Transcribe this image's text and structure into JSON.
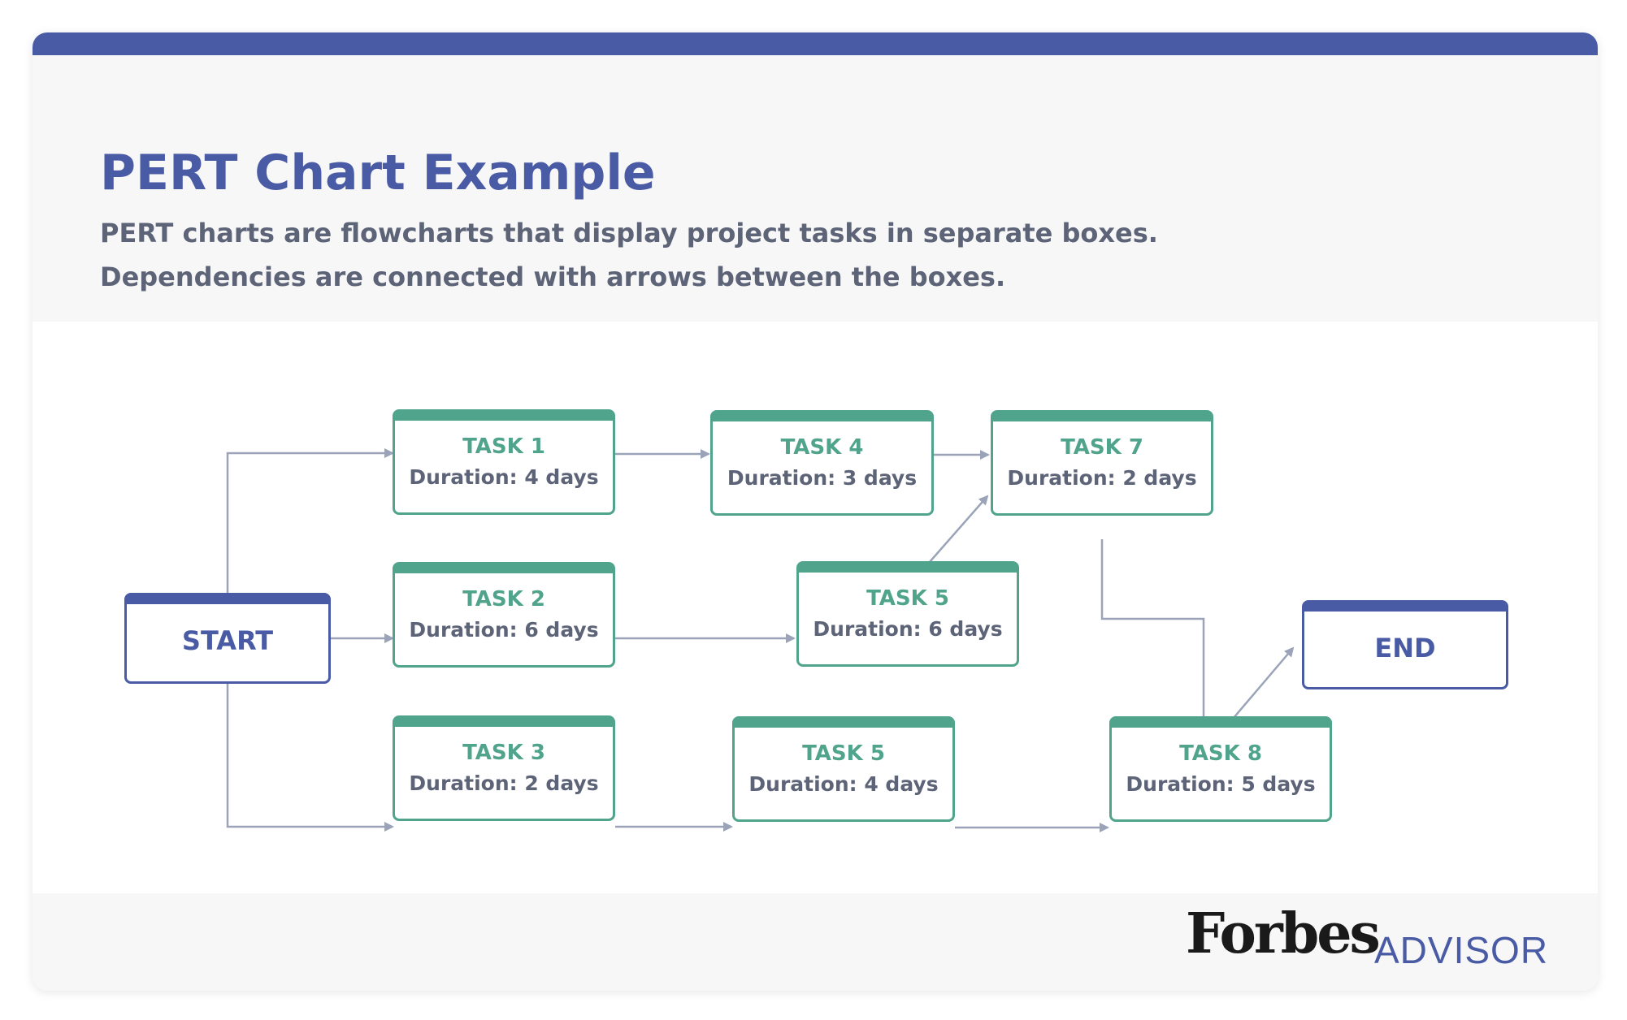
{
  "header": {
    "title": "PERT Chart Example",
    "subtitle_line1": "PERT charts are flowcharts that display project tasks in separate boxes.",
    "subtitle_line2": "Dependencies are connected with arrows between the boxes."
  },
  "nodes": {
    "start": {
      "label": "START"
    },
    "task1": {
      "label": "TASK 1",
      "duration": "Duration: 4 days"
    },
    "task4": {
      "label": "TASK 4",
      "duration": "Duration: 3 days"
    },
    "task7": {
      "label": "TASK 7",
      "duration": "Duration: 2 days"
    },
    "task2": {
      "label": "TASK 2",
      "duration": "Duration: 6 days"
    },
    "task5a": {
      "label": "TASK 5",
      "duration": "Duration: 6 days"
    },
    "task3": {
      "label": "TASK 3",
      "duration": "Duration: 2 days"
    },
    "task5b": {
      "label": "TASK 5",
      "duration": "Duration: 4 days"
    },
    "task8": {
      "label": "TASK 8",
      "duration": "Duration: 5 days"
    },
    "end": {
      "label": "END"
    }
  },
  "edges": [
    {
      "from": "START",
      "to": "TASK 1"
    },
    {
      "from": "START",
      "to": "TASK 2"
    },
    {
      "from": "START",
      "to": "TASK 3"
    },
    {
      "from": "TASK 1",
      "to": "TASK 4"
    },
    {
      "from": "TASK 4",
      "to": "TASK 7"
    },
    {
      "from": "TASK 2",
      "to": "TASK 5"
    },
    {
      "from": "TASK 5",
      "to": "TASK 7"
    },
    {
      "from": "TASK 3",
      "to": "TASK 5"
    },
    {
      "from": "TASK 5",
      "to": "TASK 8"
    },
    {
      "from": "TASK 7",
      "to": "TASK 8"
    },
    {
      "from": "TASK 8",
      "to": "END"
    }
  ],
  "colors": {
    "brand_blue": "#4a5ba6",
    "task_green": "#4fa48b",
    "text_gray": "#5d6478",
    "arrow_gray": "#9aa3b8"
  },
  "footer": {
    "brand": "Forbes",
    "product": "ADVISOR"
  }
}
